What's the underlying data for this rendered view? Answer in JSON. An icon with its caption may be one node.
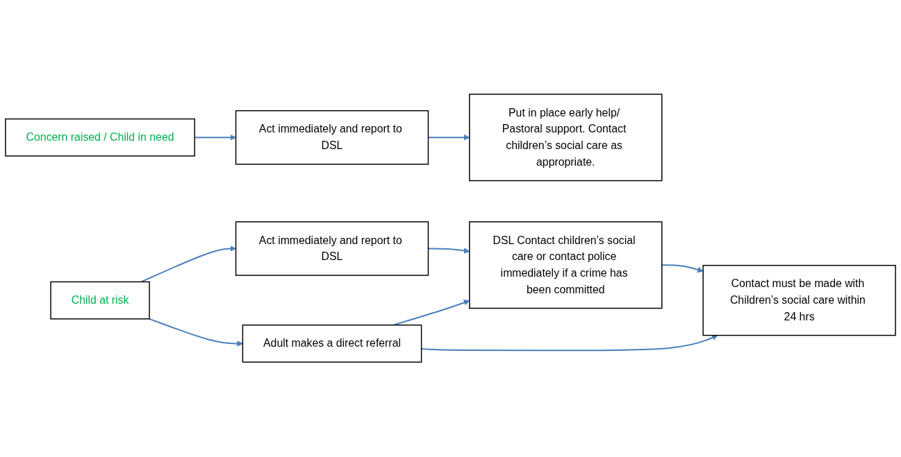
{
  "diagram": {
    "nodes": [
      {
        "text": [
          "Concern raised / Child in need"
        ]
      },
      {
        "text": [
          "Act immediately and report to DSL"
        ]
      },
      {
        "text": [
          "Put in place early help/ Pastoral support. Contact children’s social care as appropriate."
        ]
      },
      {
        "text": [
          "Child at risk"
        ]
      },
      {
        "text": [
          "Act immediately and report to DSL"
        ]
      },
      {
        "text": [
          "DSL Contact children’s social care or contact police immediately if a crime has been committed"
        ]
      },
      {
        "text": [
          "Contact must be made with Children’s social care within 24 hrs"
        ]
      },
      {
        "text": [
          "Adult makes a direct referral"
        ]
      }
    ],
    "edges": [
      {
        "from": 0,
        "to": 1,
        "arrow": "to"
      },
      {
        "from": 1,
        "to": 2,
        "arrow": "to"
      },
      {
        "from": 3,
        "to": 4,
        "arrow": "to"
      },
      {
        "from": 4,
        "to": 5,
        "arrow": "to"
      },
      {
        "from": 5,
        "to": 6,
        "arrow": "to"
      },
      {
        "from": 3,
        "to": 7,
        "arrow": "to"
      },
      {
        "from": 7,
        "to": 5,
        "arrow": "to"
      },
      {
        "from": 7,
        "to": 6,
        "arrow": "to"
      }
    ]
  }
}
